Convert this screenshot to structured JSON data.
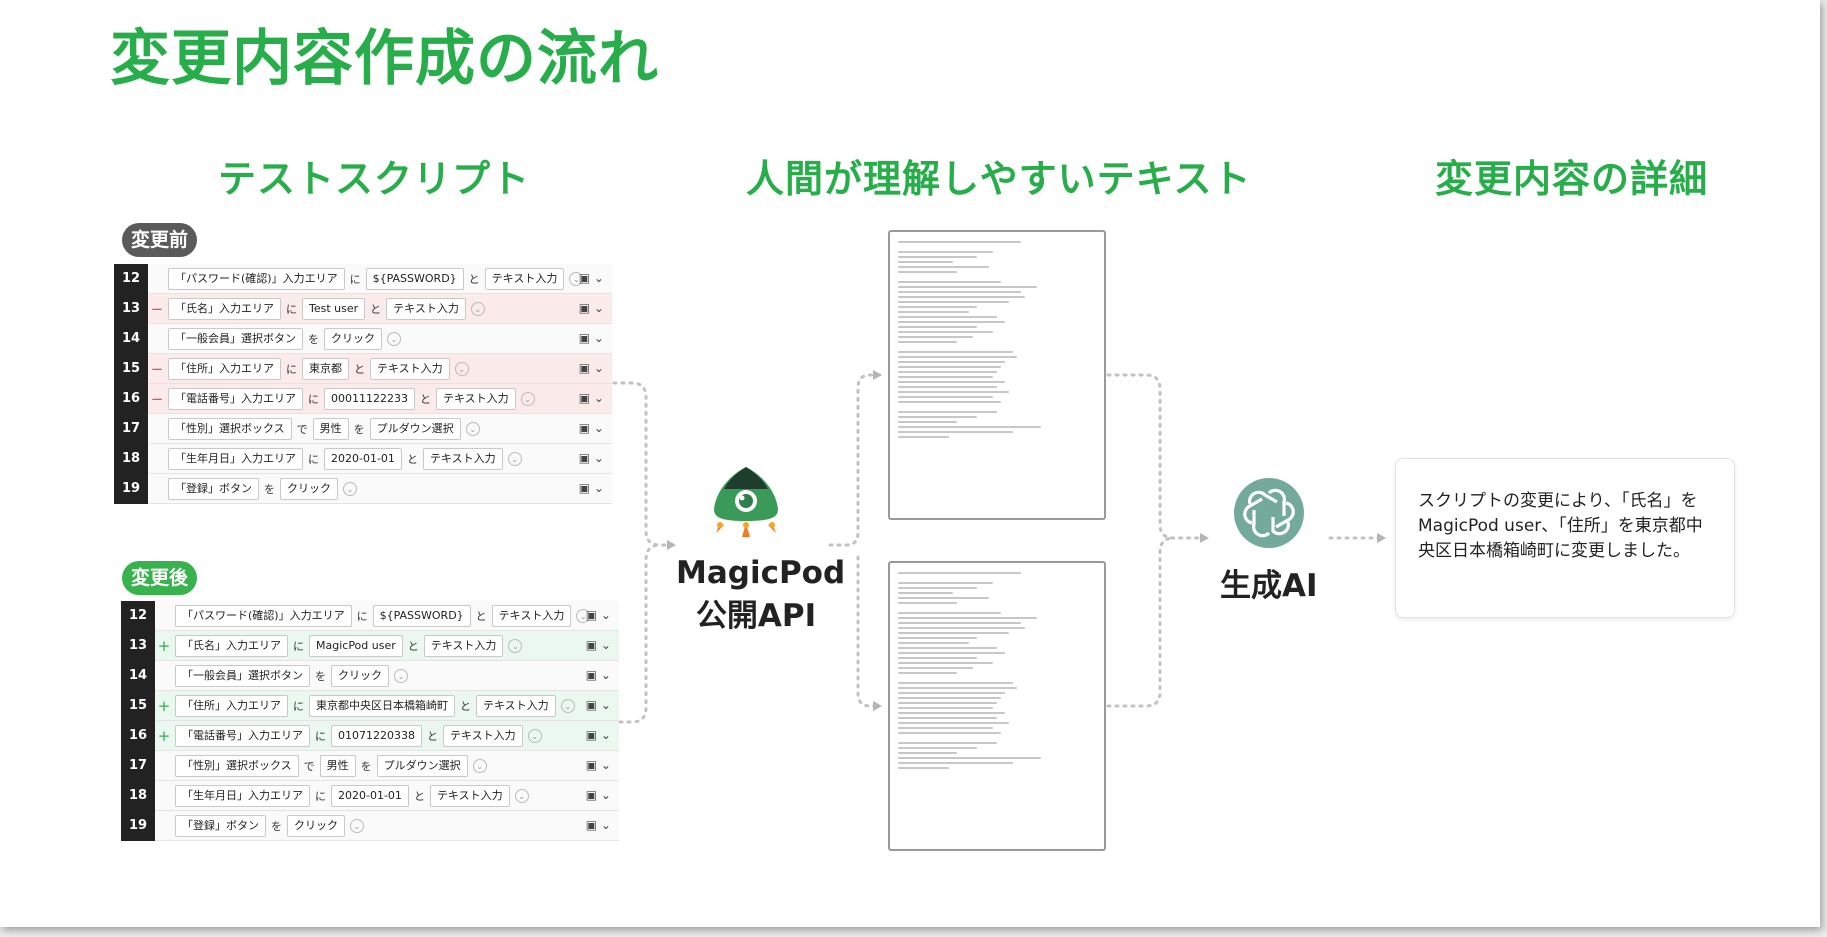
{
  "title": "変更内容作成の流れ",
  "headings": {
    "script": "テストスクリプト",
    "text": "人間が理解しやすいテキスト",
    "detail": "変更内容の詳細"
  },
  "badges": {
    "before": "変更前",
    "after": "変更後"
  },
  "before_rows": [
    {
      "num": "12",
      "mark": "",
      "type": "normal",
      "cells": [
        "「パスワード(確認)」入力エリア",
        "に",
        "${PASSWORD}",
        "と",
        "テキスト入力"
      ]
    },
    {
      "num": "13",
      "mark": "−",
      "type": "removed",
      "cells": [
        "「氏名」入力エリア",
        "に",
        "Test user",
        "と",
        "テキスト入力"
      ]
    },
    {
      "num": "14",
      "mark": "",
      "type": "normal",
      "cells": [
        "「一般会員」選択ボタン",
        "を",
        "クリック"
      ]
    },
    {
      "num": "15",
      "mark": "−",
      "type": "removed",
      "cells": [
        "「住所」入力エリア",
        "に",
        "東京都",
        "と",
        "テキスト入力"
      ]
    },
    {
      "num": "16",
      "mark": "−",
      "type": "removed",
      "cells": [
        "「電話番号」入力エリア",
        "に",
        "00011122233",
        "と",
        "テキスト入力"
      ]
    },
    {
      "num": "17",
      "mark": "",
      "type": "normal",
      "cells": [
        "「性別」選択ボックス",
        "で",
        "男性",
        "を",
        "プルダウン選択"
      ]
    },
    {
      "num": "18",
      "mark": "",
      "type": "normal",
      "cells": [
        "「生年月日」入力エリア",
        "に",
        "2020-01-01",
        "と",
        "テキスト入力"
      ]
    },
    {
      "num": "19",
      "mark": "",
      "type": "normal",
      "cells": [
        "「登録」ボタン",
        "を",
        "クリック"
      ]
    }
  ],
  "after_rows": [
    {
      "num": "12",
      "mark": "",
      "type": "normal",
      "cells": [
        "「パスワード(確認)」入力エリア",
        "に",
        "${PASSWORD}",
        "と",
        "テキスト入力"
      ]
    },
    {
      "num": "13",
      "mark": "+",
      "type": "added",
      "cells": [
        "「氏名」入力エリア",
        "に",
        "MagicPod user",
        "と",
        "テキスト入力"
      ]
    },
    {
      "num": "14",
      "mark": "",
      "type": "normal",
      "cells": [
        "「一般会員」選択ボタン",
        "を",
        "クリック"
      ]
    },
    {
      "num": "15",
      "mark": "+",
      "type": "added",
      "cells": [
        "「住所」入力エリア",
        "に",
        "東京都中央区日本橋箱崎町",
        "と",
        "テキスト入力"
      ]
    },
    {
      "num": "16",
      "mark": "+",
      "type": "added",
      "cells": [
        "「電話番号」入力エリア",
        "に",
        "01071220338",
        "と",
        "テキスト入力"
      ]
    },
    {
      "num": "17",
      "mark": "",
      "type": "normal",
      "cells": [
        "「性別」選択ボックス",
        "で",
        "男性",
        "を",
        "プルダウン選択"
      ]
    },
    {
      "num": "18",
      "mark": "",
      "type": "normal",
      "cells": [
        "「生年月日」入力エリア",
        "に",
        "2020-01-01",
        "と",
        "テキスト入力"
      ]
    },
    {
      "num": "19",
      "mark": "",
      "type": "normal",
      "cells": [
        "「登録」ボタン",
        "を",
        "クリック"
      ]
    }
  ],
  "joiners": [
    "に",
    "と",
    "を",
    "で"
  ],
  "magicpod": {
    "line1": "MagicPod",
    "line2": "公開API",
    "icon": "magicpod-rocket-icon"
  },
  "ai": {
    "label": "生成AI",
    "icon": "openai-logo-icon"
  },
  "result": "スクリプトの変更により、「氏名」をMagicPod user、「住所」を東京都中央区日本橋箱崎町に変更しました。",
  "colors": {
    "accent": "#27ae4a",
    "removed_bg": "#fcebeb",
    "added_bg": "#eaf8ef",
    "ai_green": "#74aa9c",
    "rocket_green": "#3a9a57"
  }
}
